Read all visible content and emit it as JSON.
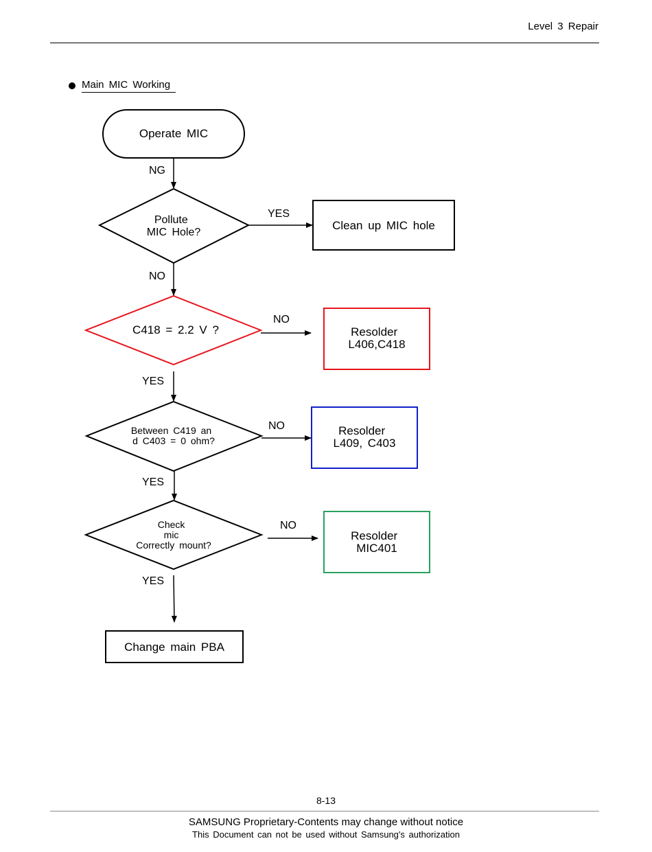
{
  "header": {
    "title": "Level 3 Repair"
  },
  "section": {
    "title": "Main MIC Working"
  },
  "flowchart": {
    "nodes": {
      "start": {
        "lines": [
          "Operate MIC"
        ]
      },
      "pollute": {
        "lines": [
          "Pollute",
          "MIC Hole?"
        ]
      },
      "clean": {
        "lines": [
          "Clean up MIC hole"
        ]
      },
      "c418": {
        "lines": [
          "C418 = 2.2 V ?"
        ]
      },
      "resolder1": {
        "lines": [
          "Resolder",
          "L406,C418"
        ]
      },
      "between": {
        "lines": [
          "Between C419 an",
          "d C403 = 0 ohm?"
        ]
      },
      "resolder2": {
        "lines": [
          "Resolder",
          "L409, C403"
        ]
      },
      "check": {
        "lines": [
          "Check",
          "mic",
          "Correctly mount?"
        ]
      },
      "resolder3": {
        "lines": [
          "Resolder",
          "MIC401"
        ]
      },
      "change": {
        "lines": [
          "Change main PBA"
        ]
      }
    },
    "edge_labels": {
      "start_to_pollute": "NG",
      "pollute_to_clean": "YES",
      "pollute_to_c418": "NO",
      "c418_to_resolder1": "NO",
      "c418_to_between": "YES",
      "between_to_resolder2": "NO",
      "between_to_check": "YES",
      "check_to_resolder3": "NO",
      "check_to_change": "YES"
    },
    "colors": {
      "default": "#000000",
      "red": "#e8141c",
      "blue": "#1020c8",
      "green": "#2aa060"
    }
  },
  "footer": {
    "page_number": "8-13",
    "line1": "SAMSUNG Proprietary-Contents may change without notice",
    "line2": "This Document can not be used without Samsung's authorization"
  }
}
